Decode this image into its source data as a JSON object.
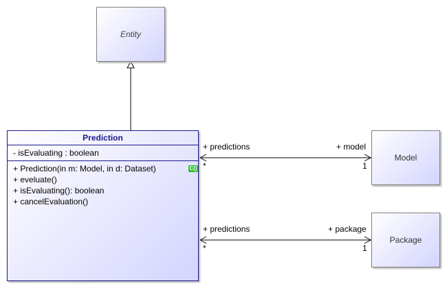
{
  "entity": {
    "name": "Entity"
  },
  "prediction": {
    "name": "Prediction",
    "attributes": [
      "- isEvaluating : boolean"
    ],
    "operations": [
      "+ Prediction(in m: Model, in d: Dataset)",
      "+ eveluate()",
      "+ isEvaluating(): boolean",
      "+ cancelEvaluation()"
    ],
    "ctor_badge": "C()"
  },
  "model": {
    "name": "Model"
  },
  "package": {
    "name": "Package"
  },
  "associations": {
    "model": {
      "source_role": "+ predictions",
      "source_mult": "*",
      "target_role": "+ model",
      "target_mult": "1"
    },
    "package": {
      "source_role": "+ predictions",
      "source_mult": "*",
      "target_role": "+ package",
      "target_mult": "1"
    }
  },
  "colors": {
    "class_border": "#1a1a8a",
    "fill_end": "#d4d4ff",
    "badge": "#2bbf2b"
  }
}
